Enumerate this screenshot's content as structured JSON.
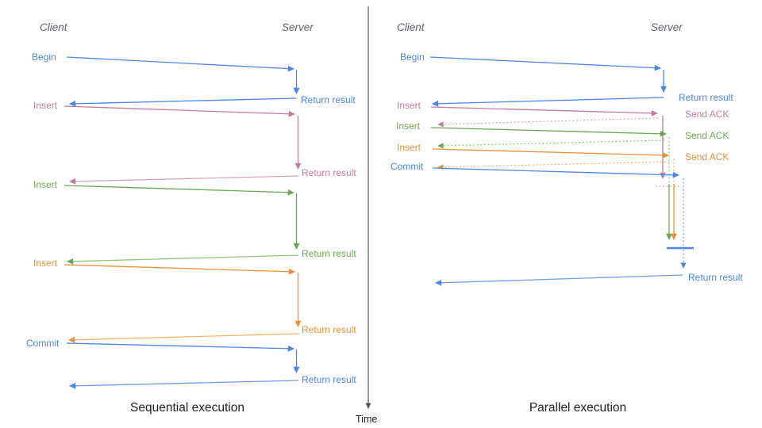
{
  "colors": {
    "blue": "#4a86e8",
    "blue_light": "#6d9eeb",
    "pink": "#c27ba0",
    "pink_light": "#d5a6bd",
    "green": "#6aa84f",
    "green_light": "#93c47d",
    "orange": "#e69138",
    "orange_light": "#f6b26b",
    "header_gray": "#5f6368",
    "axis_gray": "#555555",
    "title_black": "#202124"
  },
  "left_diagram": {
    "client_header": "Client",
    "server_header": "Server",
    "title": "Sequential execution",
    "operations": [
      {
        "request": "Begin",
        "response": "Return result",
        "color": "#4a86e8",
        "color_light": "#4a86e8"
      },
      {
        "request": "Insert",
        "response": "Return result",
        "color": "#c27ba0",
        "color_light": "#d5a6bd"
      },
      {
        "request": "Insert",
        "response": "Return result",
        "color": "#6aa84f",
        "color_light": "#93c47d"
      },
      {
        "request": "Insert",
        "response": "Return result",
        "color": "#e69138",
        "color_light": "#f6b26b"
      },
      {
        "request": "Commit",
        "response": "Return result",
        "color": "#4a86e8",
        "color_light": "#6d9eeb"
      }
    ]
  },
  "right_diagram": {
    "client_header": "Client",
    "server_header": "Server",
    "title": "Parallel execution",
    "operations": [
      {
        "request": "Begin",
        "response": "Return result",
        "color": "#4a86e8",
        "color_light": "#4a86e8"
      },
      {
        "request": "Insert",
        "response": "Send ACK",
        "color": "#c27ba0",
        "color_light": "#d5a6bd"
      },
      {
        "request": "Insert",
        "response": "Send ACK",
        "color": "#6aa84f",
        "color_light": "#93c47d"
      },
      {
        "request": "Insert",
        "response": "Send ACK",
        "color": "#e69138",
        "color_light": "#f6b26b"
      },
      {
        "request": "Commit",
        "response": "Return result",
        "color": "#4a86e8",
        "color_light": "#6d9eeb"
      }
    ]
  },
  "time_axis": {
    "label": "Time"
  }
}
